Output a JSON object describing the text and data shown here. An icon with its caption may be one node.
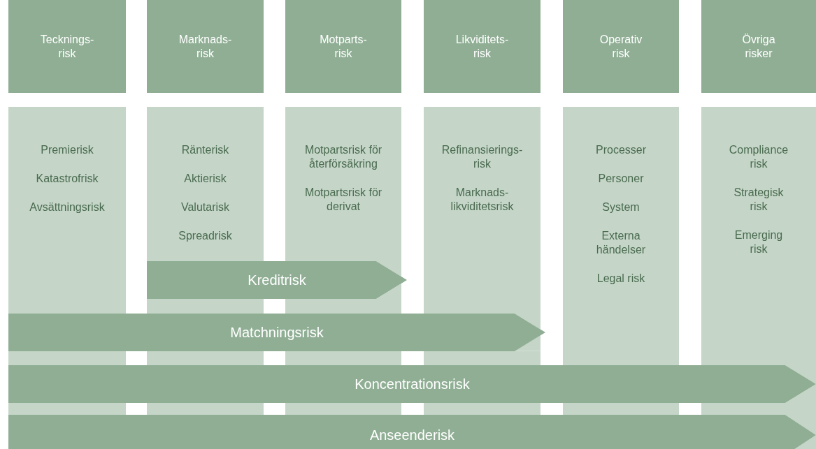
{
  "diagram": {
    "nodes": [
      {
        "text": [
          "Tecknings- risk"
        ]
      },
      {
        "text": [
          "Marknads- risk"
        ]
      },
      {
        "text": [
          "Motparts- risk"
        ]
      },
      {
        "text": [
          "Likviditets- risk"
        ]
      },
      {
        "text": [
          "Operativ risk"
        ]
      },
      {
        "text": [
          "Övriga risker"
        ]
      },
      {
        "text": [
          "Premierisk",
          "Katastrofrisk",
          "Avsättningsrisk"
        ]
      },
      {
        "text": [
          "Ränterisk",
          "Aktierisk",
          "Valutarisk",
          "Spreadrisk"
        ]
      },
      {
        "text": [
          "Motpartsrisk för återförsäkring",
          "Motpartsrisk för derivat"
        ]
      },
      {
        "text": [
          "Refinansierings- risk",
          "Marknads- likviditetsrisk"
        ]
      },
      {
        "text": [
          "Processer",
          "Personer",
          "System",
          "Externa händelser",
          "Legal risk"
        ]
      },
      {
        "text": [
          "Compliance risk",
          "Strategisk risk",
          "Emerging risk"
        ]
      },
      {
        "text": [
          "Kreditrisk"
        ]
      },
      {
        "text": [
          "Matchningsrisk"
        ]
      },
      {
        "text": [
          "Koncentrationsrisk"
        ]
      },
      {
        "text": [
          "Anseenderisk"
        ]
      }
    ],
    "edges": []
  }
}
